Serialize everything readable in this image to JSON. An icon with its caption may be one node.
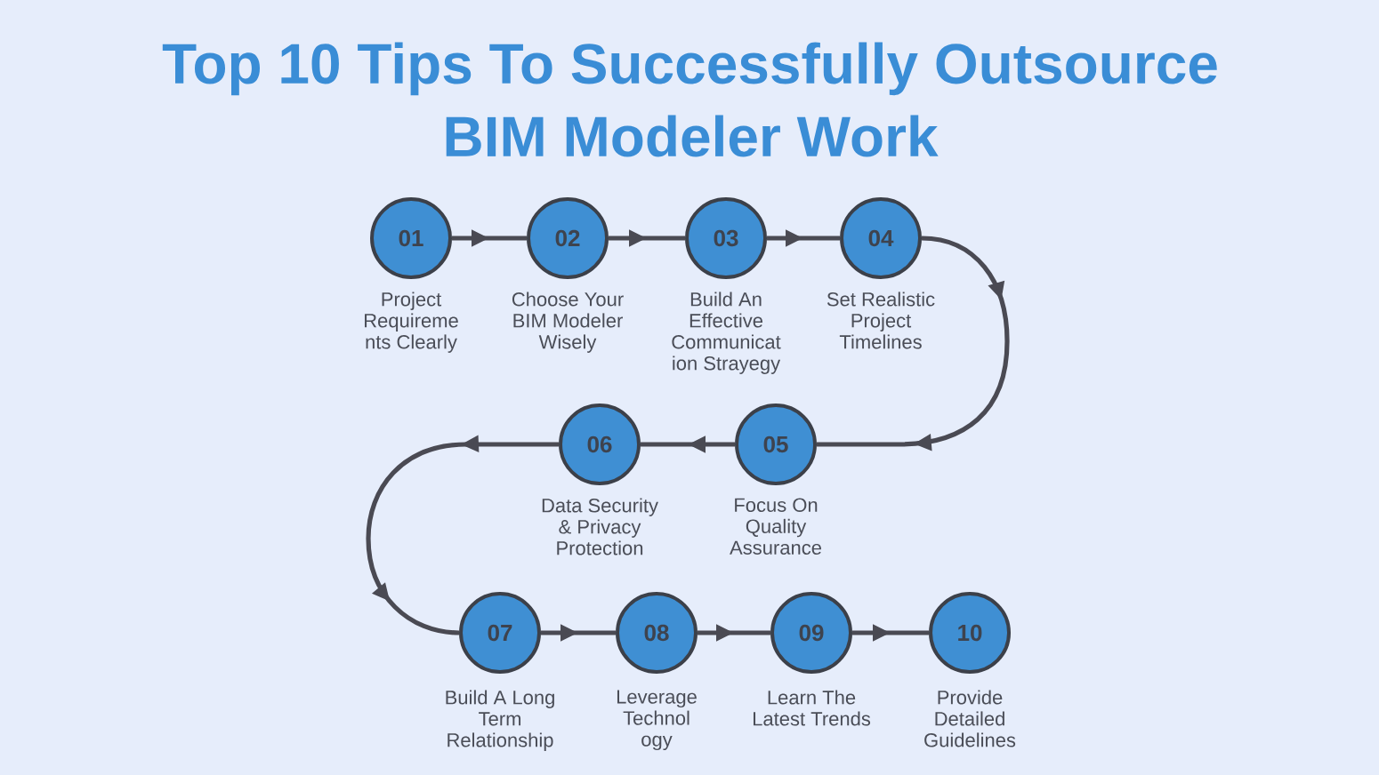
{
  "diagram": {
    "title": "Top 10 Tips To Successfully Outsource BIM Modeler Work",
    "nodes": [
      {
        "text": [
          "01"
        ],
        "beside": [
          "Project Requireme nts Clearly"
        ]
      },
      {
        "text": [
          "02"
        ],
        "beside": [
          "Choose Your BIM Modeler Wisely"
        ]
      },
      {
        "text": [
          "03"
        ],
        "beside": [
          "Build An Effective Communicat ion Strayegy"
        ]
      },
      {
        "text": [
          "04"
        ],
        "beside": [
          "Set Realistic Project Timelines"
        ]
      },
      {
        "text": [
          "05"
        ],
        "beside": [
          "Focus On Quality Assurance"
        ]
      },
      {
        "text": [
          "06"
        ],
        "beside": [
          "Data Security & Privacy Protection"
        ]
      },
      {
        "text": [
          "07"
        ],
        "beside": [
          "Build A Long Term Relationship"
        ]
      },
      {
        "text": [
          "08"
        ],
        "beside": [
          "Leverage Technol ogy"
        ]
      },
      {
        "text": [
          "09"
        ],
        "beside": [
          "Learn The Latest Trends"
        ]
      },
      {
        "text": [
          "10"
        ],
        "beside": [
          "Provide Detailed Guidelines"
        ]
      }
    ],
    "edges": [
      {
        "from": 0,
        "to": 1,
        "arrow": "to"
      },
      {
        "from": 1,
        "to": 2,
        "arrow": "to"
      },
      {
        "from": 2,
        "to": 3,
        "arrow": "to"
      },
      {
        "from": 3,
        "to": 4,
        "arrow": "to"
      },
      {
        "from": 4,
        "to": 5,
        "arrow": "to"
      },
      {
        "from": 5,
        "to": 6,
        "arrow": "to"
      },
      {
        "from": 6,
        "to": 7,
        "arrow": "to"
      },
      {
        "from": 7,
        "to": 8,
        "arrow": "to"
      },
      {
        "from": 8,
        "to": 9,
        "arrow": "to"
      }
    ]
  }
}
